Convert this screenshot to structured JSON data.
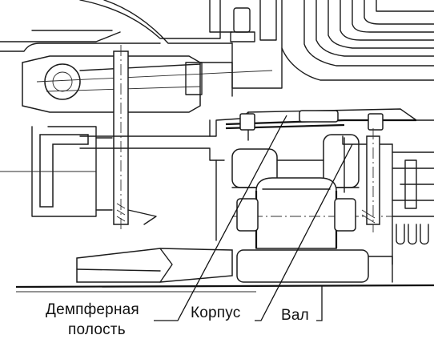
{
  "labels": {
    "damper_line1": "Демпферная",
    "damper_line2": "полость",
    "housing": "Корпус",
    "shaft": "Вал"
  },
  "colors": {
    "ink": "#1c1c1c",
    "background": "#ffffff"
  }
}
